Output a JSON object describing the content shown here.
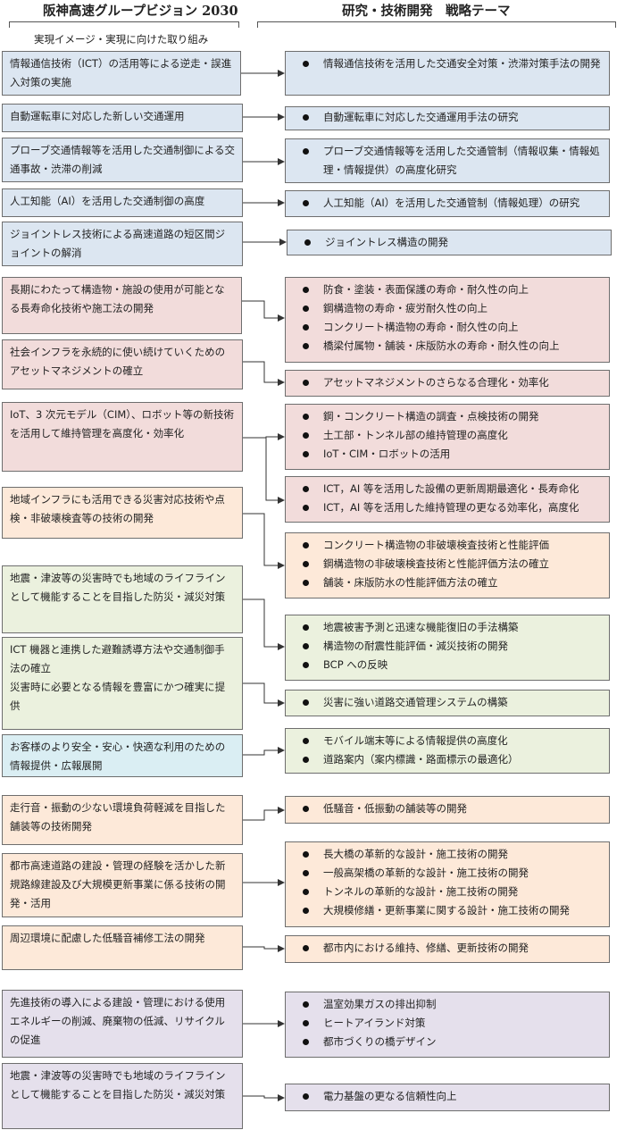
{
  "headers": {
    "left_title": "阪神高速グループビジョン 2030",
    "left_subtitle": "実現イメージ・実現に向けた取り組み",
    "right_title": "研究・技術開発　戦略テーマ"
  },
  "colors": {
    "blue": "#dce6f1",
    "pink": "#f2dcdb",
    "peach": "#fde9d9",
    "green": "#ebf1de",
    "cyan": "#daeef3",
    "purple": "#e5e0ec"
  },
  "left": [
    {
      "text": "情報通信技術（ICT）の活用等による逆走・誤進入対策の実施"
    },
    {
      "text": "自動運転車に対応した新しい交通運用"
    },
    {
      "text": "プローブ交通情報等を活用した交通制御による交通事故・渋滞の削減"
    },
    {
      "text": "人工知能（AI）を活用した交通制御の高度"
    },
    {
      "text": "ジョイントレス技術による高速道路の短区間ジョイントの解消"
    },
    {
      "text": "長期にわたって構造物・施設の使用が可能となる長寿命化技術や施工法の開発"
    },
    {
      "text": "社会インフラを永続的に使い続けていくためのアセットマネジメントの確立"
    },
    {
      "text": "IoT、3 次元モデル（CIM）、ロボット等の新技術を活用して維持管理を高度化・効率化"
    },
    {
      "text": "地域インフラにも活用できる災害対応技術や点検・非破壊検査等の技術の開発"
    },
    {
      "text": "地震・津波等の災害時でも地域のライフラインとして機能することを目指した防災・減災対策"
    },
    {
      "text": "ICT 機器と連携した避難誘導方法や交通制御手法の確立",
      "text2": "災害時に必要となる情報を豊富にかつ確実に提供"
    },
    {
      "text": "お客様のより安全・安心・快適な利用のための情報提供・広報展開"
    },
    {
      "text": "走行音・振動の少ない環境負荷軽減を目指した舗装等の技術開発"
    },
    {
      "text": "都市高速道路の建設・管理の経験を活かした新規路線建設及び大規模更新事業に係る技術の開発・活用"
    },
    {
      "text": "周辺環境に配慮した低騒音補修工法の開発"
    },
    {
      "text": "先進技術の導入による建設・管理における使用エネルギーの削減、廃棄物の低減、リサイクルの促進"
    },
    {
      "text": "地震・津波等の災害時でも地域のライフラインとして機能することを目指した防災・減災対策"
    }
  ],
  "right": [
    {
      "items": [
        "情報通信技術を活用した交通安全対策・渋滞対策手法の開発"
      ]
    },
    {
      "items": [
        "自動運転車に対応した交通運用手法の研究"
      ]
    },
    {
      "items": [
        "プローブ交通情報等を活用した交通管制（情報収集・情報処理・情報提供）の高度化研究"
      ]
    },
    {
      "items": [
        "人工知能（AI）を活用した交通管制（情報処理）の研究"
      ]
    },
    {
      "items": [
        "ジョイントレス構造の開発"
      ]
    },
    {
      "items": [
        "防食・塗装・表面保護の寿命・耐久性の向上",
        "鋼構造物の寿命・疲労耐久性の向上",
        "コンクリート構造物の寿命・耐久性の向上",
        "橋梁付属物・舗装・床版防水の寿命・耐久性の向上"
      ]
    },
    {
      "items": [
        "アセットマネジメントのさらなる合理化・効率化"
      ]
    },
    {
      "items": [
        "鋼・コンクリート構造の調査・点検技術の開発",
        "土工部・トンネル部の維持管理の高度化",
        "IoT・CIM・ロボットの活用"
      ]
    },
    {
      "items": [
        "ICT，AI 等を活用した設備の更新周期最適化・長寿命化",
        "ICT，AI 等を活用した維持管理の更なる効率化，高度化"
      ]
    },
    {
      "items": [
        "コンクリート構造物の非破壊検査技術と性能評価",
        "鋼構造物の非破壊検査技術と性能評価方法の確立",
        "舗装・床版防水の性能評価方法の確立"
      ]
    },
    {
      "items": [
        "地震被害予測と迅速な機能復旧の手法構築",
        "構造物の耐震性能評価・減災技術の開発",
        "BCP への反映"
      ]
    },
    {
      "items": [
        "災害に強い道路交通管理システムの構築"
      ]
    },
    {
      "items": [
        "モバイル端末等による情報提供の高度化",
        "道路案内（案内標識・路面標示の最適化）"
      ]
    },
    {
      "items": [
        "低騒音・低振動の舗装等の開発"
      ]
    },
    {
      "items": [
        "長大橋の革新的な設計・施工技術の開発",
        "一般高架橋の革新的な設計・施工技術の開発",
        "トンネルの革新的な設計・施工技術の開発",
        "大規模修繕・更新事業に関する設計・施工技術の開発"
      ]
    },
    {
      "items": [
        "都市内における維持、修繕、更新技術の開発"
      ]
    },
    {
      "items": [
        "温室効果ガスの排出抑制",
        "ヒートアイランド対策",
        "都市づくりの橋デザイン"
      ]
    },
    {
      "items": [
        "電力基盤の更なる信頼性向上"
      ]
    }
  ]
}
